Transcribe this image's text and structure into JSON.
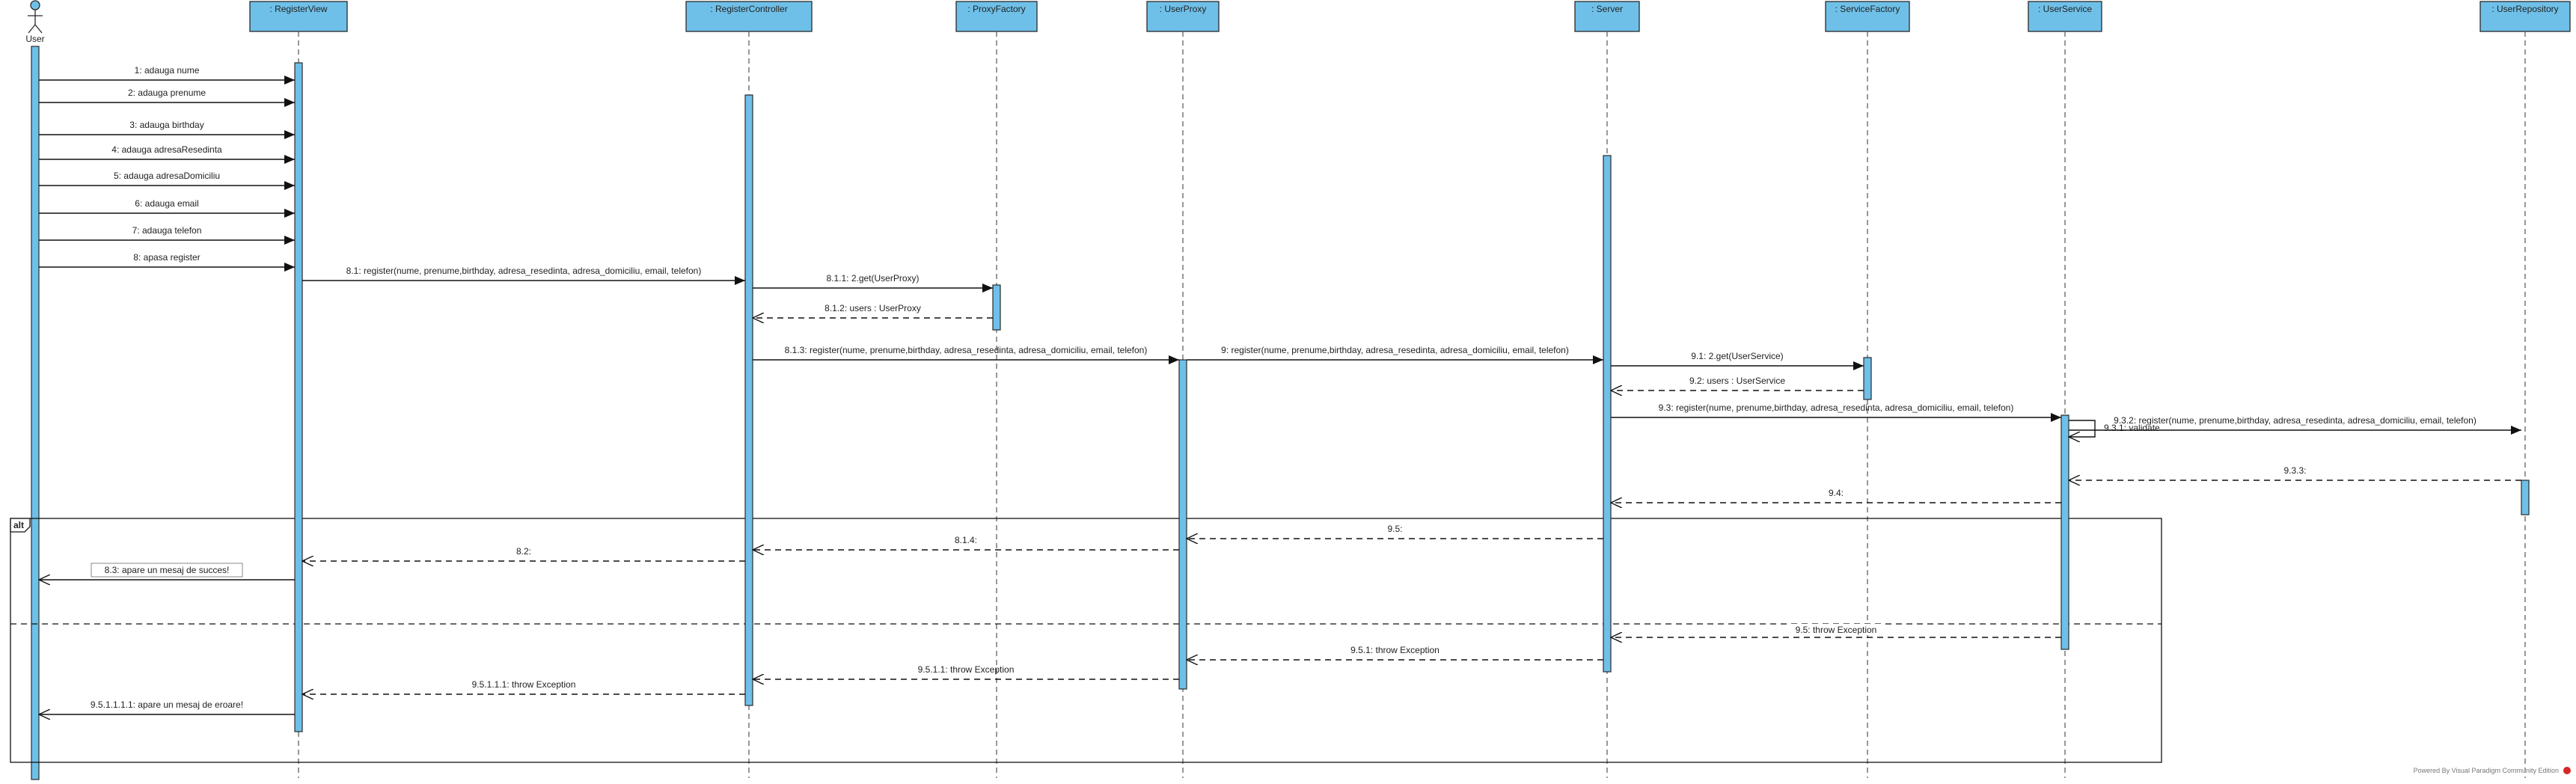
{
  "diagram": {
    "type": "uml-sequence-diagram",
    "actor": {
      "name": "User"
    },
    "lifelines": [
      {
        "id": "registerview",
        "name": ": RegisterView"
      },
      {
        "id": "registercontroller",
        "name": ": RegisterController"
      },
      {
        "id": "proxyfactory",
        "name": ": ProxyFactory"
      },
      {
        "id": "userproxy",
        "name": ": UserProxy"
      },
      {
        "id": "server",
        "name": ": Server"
      },
      {
        "id": "servicefactory",
        "name": ": ServiceFactory"
      },
      {
        "id": "userservice",
        "name": ": UserService"
      },
      {
        "id": "userrepository",
        "name": ": UserRepository"
      }
    ],
    "messages": [
      {
        "label": "1: adauga nume",
        "from": "user",
        "to": "registerview",
        "kind": "sync"
      },
      {
        "label": "2: adauga prenume",
        "from": "user",
        "to": "registerview",
        "kind": "sync"
      },
      {
        "label": "3: adauga birthday",
        "from": "user",
        "to": "registerview",
        "kind": "sync"
      },
      {
        "label": "4: adauga adresaResedinta",
        "from": "user",
        "to": "registerview",
        "kind": "sync"
      },
      {
        "label": "5: adauga adresaDomiciliu",
        "from": "user",
        "to": "registerview",
        "kind": "sync"
      },
      {
        "label": "6: adauga email",
        "from": "user",
        "to": "registerview",
        "kind": "sync"
      },
      {
        "label": "7: adauga telefon",
        "from": "user",
        "to": "registerview",
        "kind": "sync"
      },
      {
        "label": "8: apasa register",
        "from": "user",
        "to": "registerview",
        "kind": "sync"
      },
      {
        "label": "8.1: register(nume, prenume,birthday, adresa_resedinta, adresa_domiciliu, email, telefon)",
        "from": "registerview",
        "to": "registercontroller",
        "kind": "sync"
      },
      {
        "label": "8.1.1: 2.get(UserProxy)",
        "from": "registercontroller",
        "to": "proxyfactory",
        "kind": "sync"
      },
      {
        "label": "8.1.2: users : UserProxy",
        "from": "proxyfactory",
        "to": "registercontroller",
        "kind": "reply"
      },
      {
        "label": "8.1.3: register(nume, prenume,birthday, adresa_resedinta, adresa_domiciliu, email, telefon)",
        "from": "registercontroller",
        "to": "userproxy",
        "kind": "sync"
      },
      {
        "label": "9: register(nume, prenume,birthday, adresa_resedinta, adresa_domiciliu, email, telefon)",
        "from": "userproxy",
        "to": "server",
        "kind": "sync"
      },
      {
        "label": "9.1: 2.get(UserService)",
        "from": "server",
        "to": "servicefactory",
        "kind": "sync"
      },
      {
        "label": "9.2: users : UserService",
        "from": "servicefactory",
        "to": "server",
        "kind": "reply"
      },
      {
        "label": "9.3: register(nume, prenume,birthday, adresa_resedinta, adresa_domiciliu, email, telefon)",
        "from": "server",
        "to": "userservice",
        "kind": "sync"
      },
      {
        "label": "9.3.1: validate",
        "from": "userservice",
        "to": "userservice",
        "kind": "self"
      },
      {
        "label": "9.3.2: register(nume, prenume,birthday, adresa_resedinta, adresa_domiciliu, email, telefon)",
        "from": "userservice",
        "to": "userrepository",
        "kind": "sync"
      },
      {
        "label": "9.3.3:",
        "from": "userrepository",
        "to": "userservice",
        "kind": "reply"
      },
      {
        "label": "9.4:",
        "from": "userservice",
        "to": "server",
        "kind": "reply"
      },
      {
        "label": "9.5:",
        "from": "server",
        "to": "userproxy",
        "kind": "reply"
      },
      {
        "label": "8.1.4:",
        "from": "userproxy",
        "to": "registercontroller",
        "kind": "reply"
      },
      {
        "label": "8.2:",
        "from": "registercontroller",
        "to": "registerview",
        "kind": "reply"
      },
      {
        "label": "8.3: apare un mesaj de succes!",
        "from": "registerview",
        "to": "user",
        "kind": "open"
      },
      {
        "label": "9.5: throw Exception",
        "from": "userservice",
        "to": "server",
        "kind": "reply"
      },
      {
        "label": "9.5.1: throw Exception",
        "from": "server",
        "to": "userproxy",
        "kind": "reply"
      },
      {
        "label": "9.5.1.1: throw Exception",
        "from": "userproxy",
        "to": "registercontroller",
        "kind": "reply"
      },
      {
        "label": "9.5.1.1.1: throw Exception",
        "from": "registercontroller",
        "to": "registerview",
        "kind": "reply"
      },
      {
        "label": "9.5.1.1.1.1: apare un mesaj de eroare!",
        "from": "registerview",
        "to": "user",
        "kind": "open"
      }
    ],
    "fragment": {
      "operator": "alt"
    },
    "footer": {
      "text": "Powered By  Visual Paradigm Community Edition"
    }
  }
}
